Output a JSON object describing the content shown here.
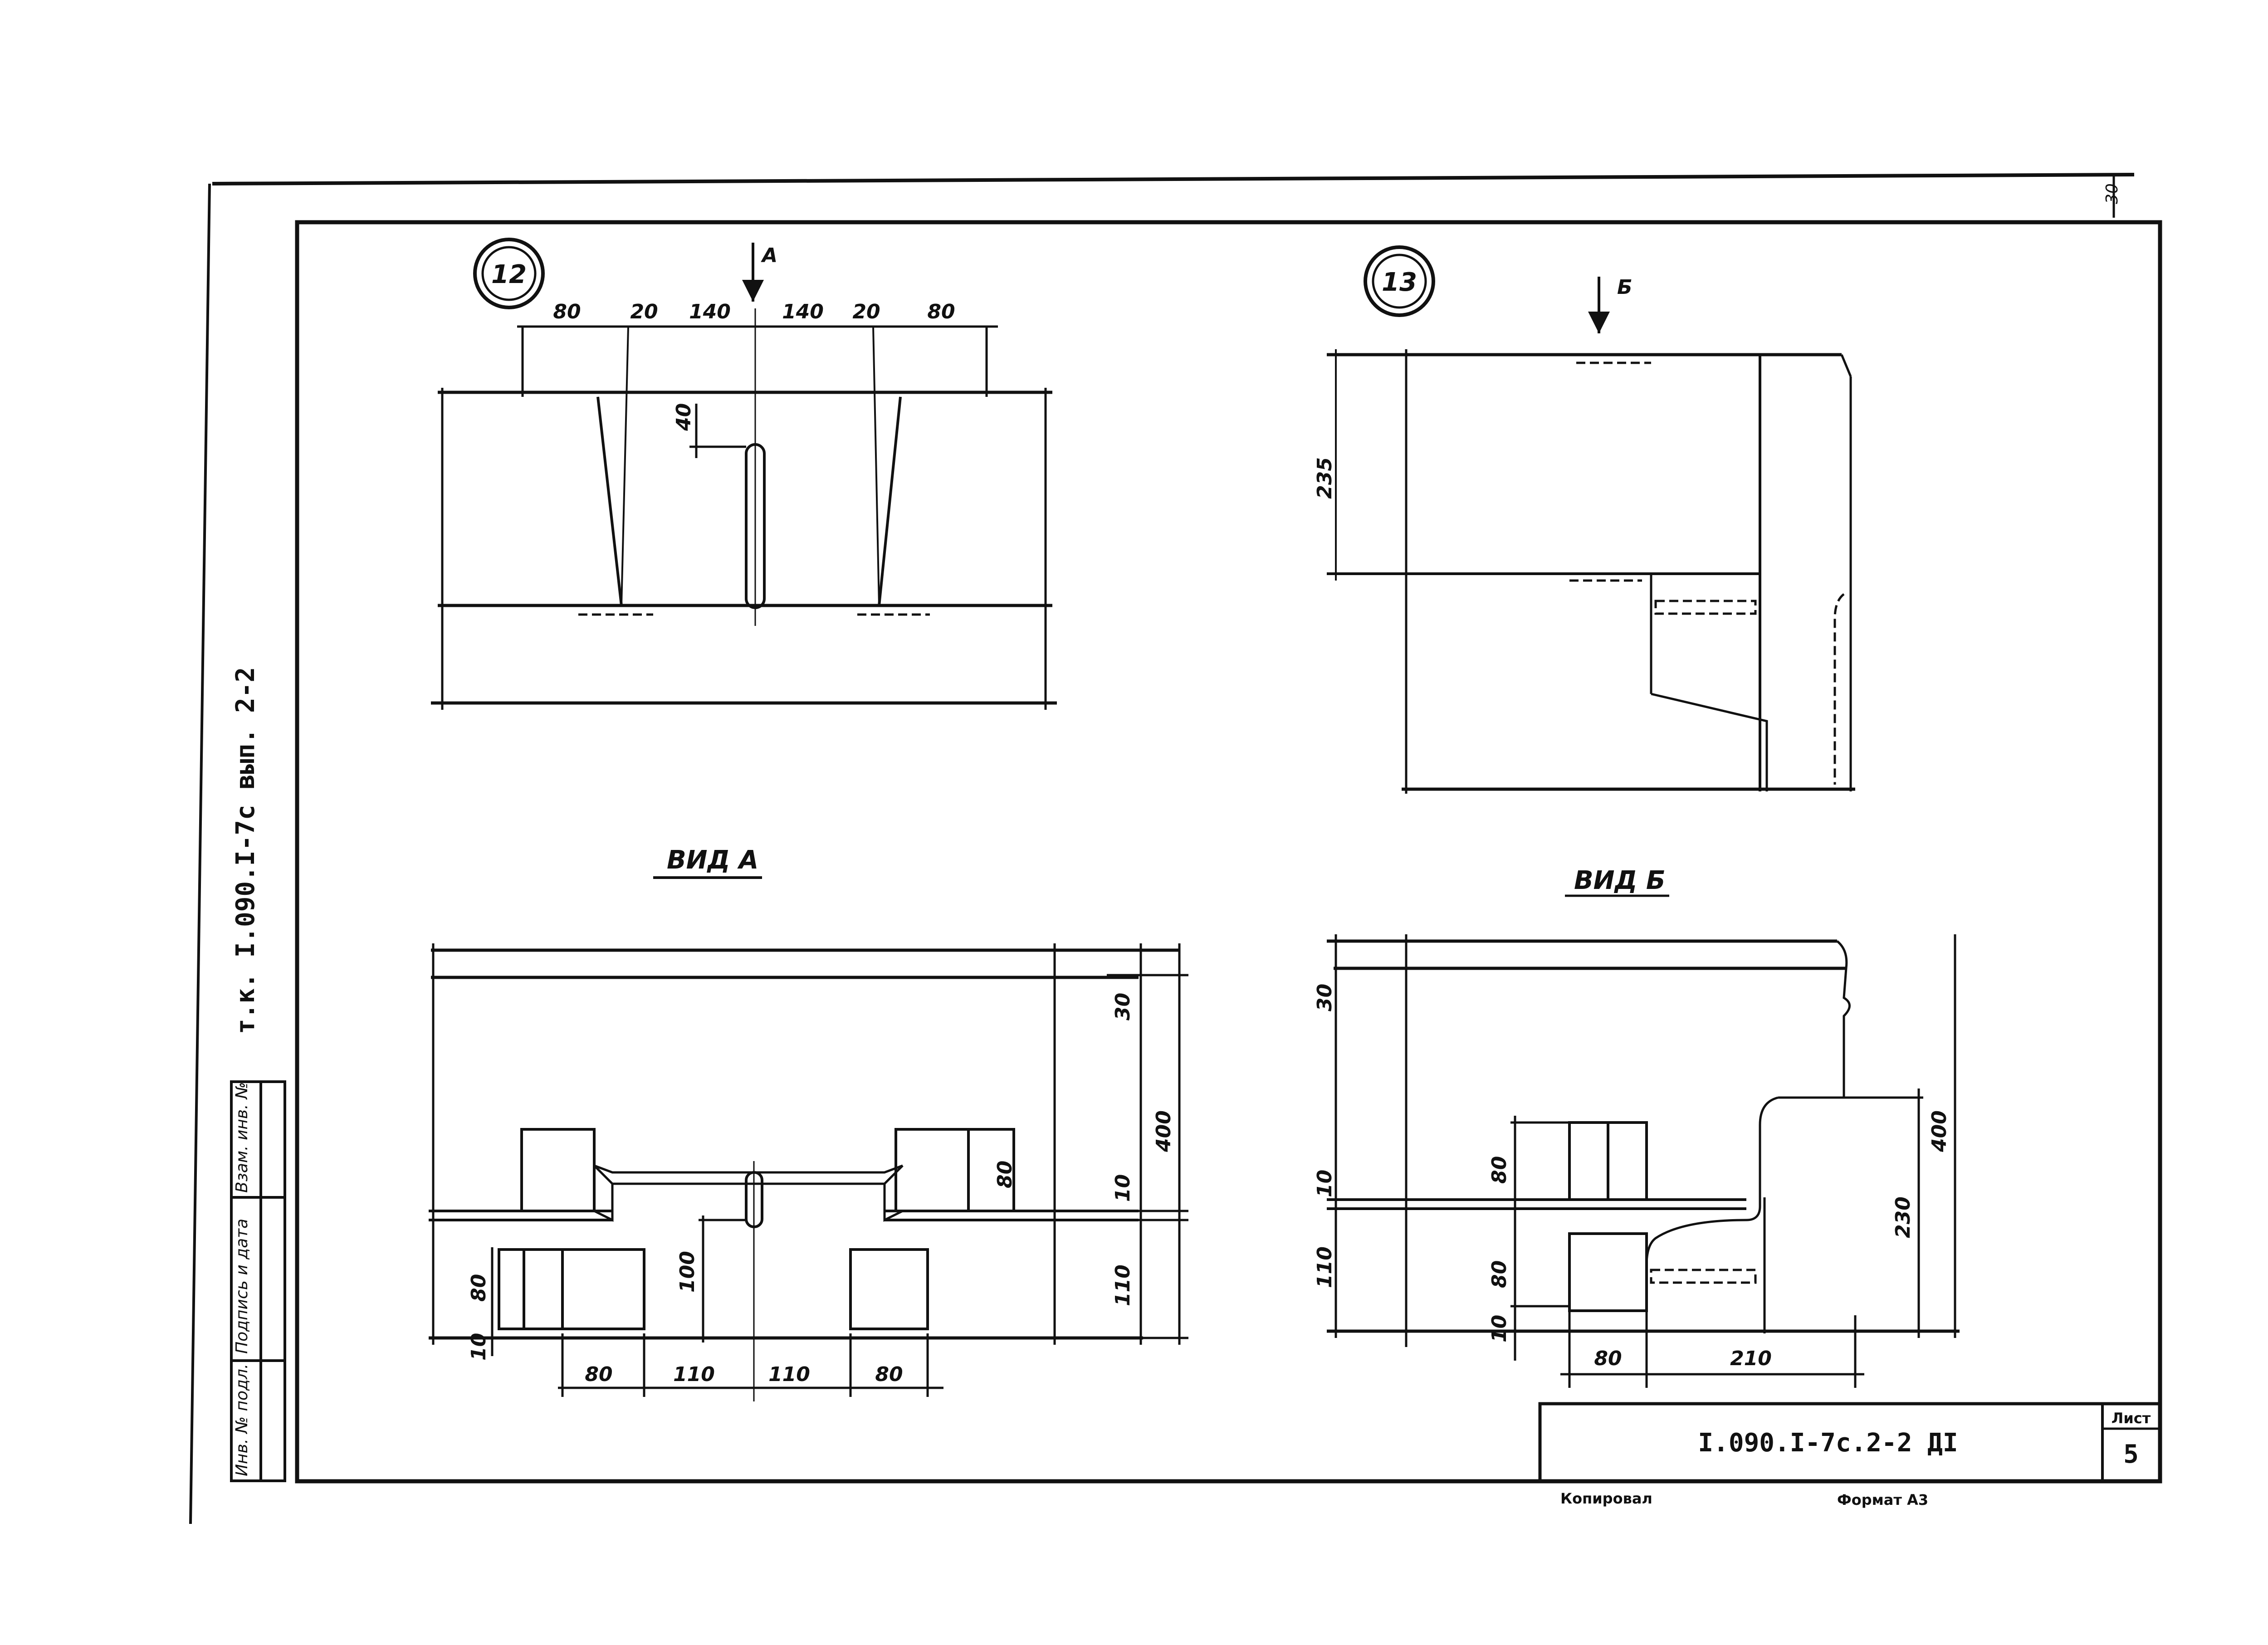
{
  "drawing": {
    "detail_12": {
      "marker": "12",
      "view_arrow": "A",
      "top_dims": [
        "80",
        "20",
        "140",
        "140",
        "20",
        "80"
      ],
      "rod_offset": "40"
    },
    "detail_13": {
      "marker": "13",
      "view_arrow": "Б",
      "height_dim": "235"
    },
    "view_a": {
      "title": "ВИД А",
      "right_dims": [
        "30",
        "10",
        "110"
      ],
      "total_height": "400",
      "block_height": "80",
      "rod_height": "100",
      "lower_block_height": "80",
      "bottom_offset": "10",
      "bottom_dims": [
        "80",
        "110",
        "110",
        "80"
      ]
    },
    "view_b": {
      "title": "ВИД Б",
      "left_dims": [
        "30",
        "10",
        "110",
        "10"
      ],
      "block_dims": [
        "80",
        "80"
      ],
      "right_dims": [
        "230",
        "400"
      ],
      "bottom_dims": [
        "80",
        "210"
      ]
    }
  },
  "side_stamp": {
    "series_text": "т.к. I.090.I-7с вып. 2-2",
    "cells": [
      "Инв. № подл.",
      "Подпись и дата",
      "Взам. инв. №"
    ]
  },
  "title_block": {
    "code": "I.090.I-7с.2-2 ДI",
    "sheet_label": "Лист",
    "sheet_number": "5"
  },
  "corner_mark": "30",
  "footer": {
    "copied": "Копировал",
    "format": "Формат А3"
  }
}
